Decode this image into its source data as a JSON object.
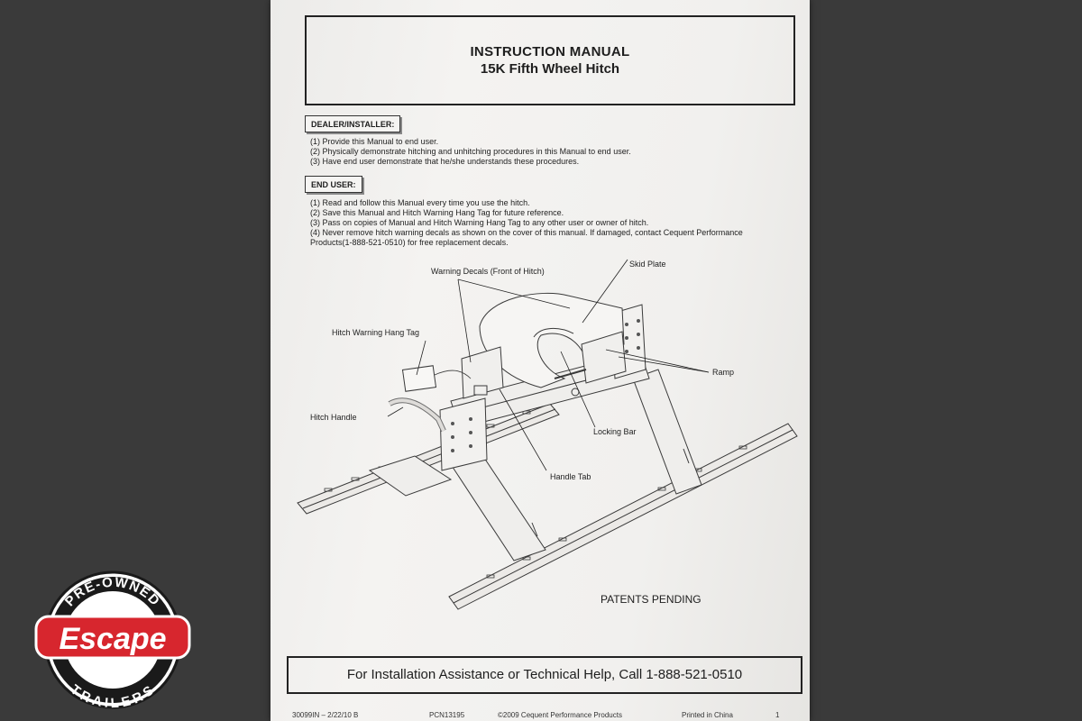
{
  "title": {
    "line1": "INSTRUCTION  MANUAL",
    "line2": "15K Fifth Wheel Hitch"
  },
  "dealer": {
    "label": "DEALER/INSTALLER:",
    "items": [
      "(1) Provide this Manual to end user.",
      "(2) Physically demonstrate hitching and unhitching procedures in this Manual to end user.",
      "(3) Have end user demonstrate that he/she understands these procedures."
    ]
  },
  "enduser": {
    "label": "END USER:",
    "items": [
      "(1) Read and follow this Manual every time you use the hitch.",
      "(2) Save this Manual and Hitch Warning Hang Tag for future reference.",
      "(3) Pass on copies of Manual and Hitch Warning Hang Tag to any other user or owner of hitch.",
      "(4) Never remove hitch warning decals as shown on the cover of this manual.  If damaged, contact Cequent Performance Products(1-888-521-0510) for free replacement decals."
    ]
  },
  "diagram_labels": {
    "warning_decals": "Warning Decals (Front of Hitch)",
    "skid_plate": "Skid Plate",
    "hang_tag": "Hitch Warning Hang Tag",
    "ramp": "Ramp",
    "hitch_handle": "Hitch Handle",
    "locking_bar": "Locking Bar",
    "handle_tab": "Handle Tab"
  },
  "patents": "PATENTS PENDING",
  "footer_box": "For Installation  Assistance or Technical Help,  Call 1-888-521-0510",
  "footer": {
    "doc_code": "30099IN – 2/22/10 B",
    "pcn": "PCN13195",
    "copyright": "©2009 Cequent Performance Products",
    "printed": "Printed in China",
    "page": "1"
  },
  "badge": {
    "top": "PRE-OWNED",
    "brand": "Escape",
    "bottom": "TRAILERS"
  },
  "colors": {
    "background": "#3a3a3a",
    "paper": "#f1f0ee",
    "badge_red": "#d7262e"
  }
}
